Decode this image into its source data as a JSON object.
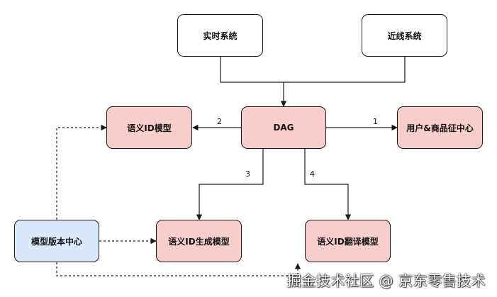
{
  "nodes": {
    "realtime": {
      "label": "实时系统"
    },
    "nearline": {
      "label": "近线系统"
    },
    "dag": {
      "label": "DAG"
    },
    "semantic_id_model": {
      "label": "语义ID模型"
    },
    "user_item_features": {
      "label": "用户&商品征中心"
    },
    "model_version_center": {
      "label": "模型版本中心"
    },
    "semantic_id_generation_model": {
      "label": "语义ID生成模型"
    },
    "semantic_id_translation_model": {
      "label": "语义ID翻译模型"
    }
  },
  "edges": {
    "dag_to_features": {
      "label": "1"
    },
    "dag_to_semantic": {
      "label": "2"
    },
    "dag_to_generation": {
      "label": "3"
    },
    "dag_to_translation": {
      "label": "4"
    }
  },
  "watermark": "掘金技术社区 @ 京东零售技术",
  "colors": {
    "red_fill": "#f8cecc",
    "blue_fill": "#dae8fc",
    "stroke": "#1a1a1a"
  }
}
